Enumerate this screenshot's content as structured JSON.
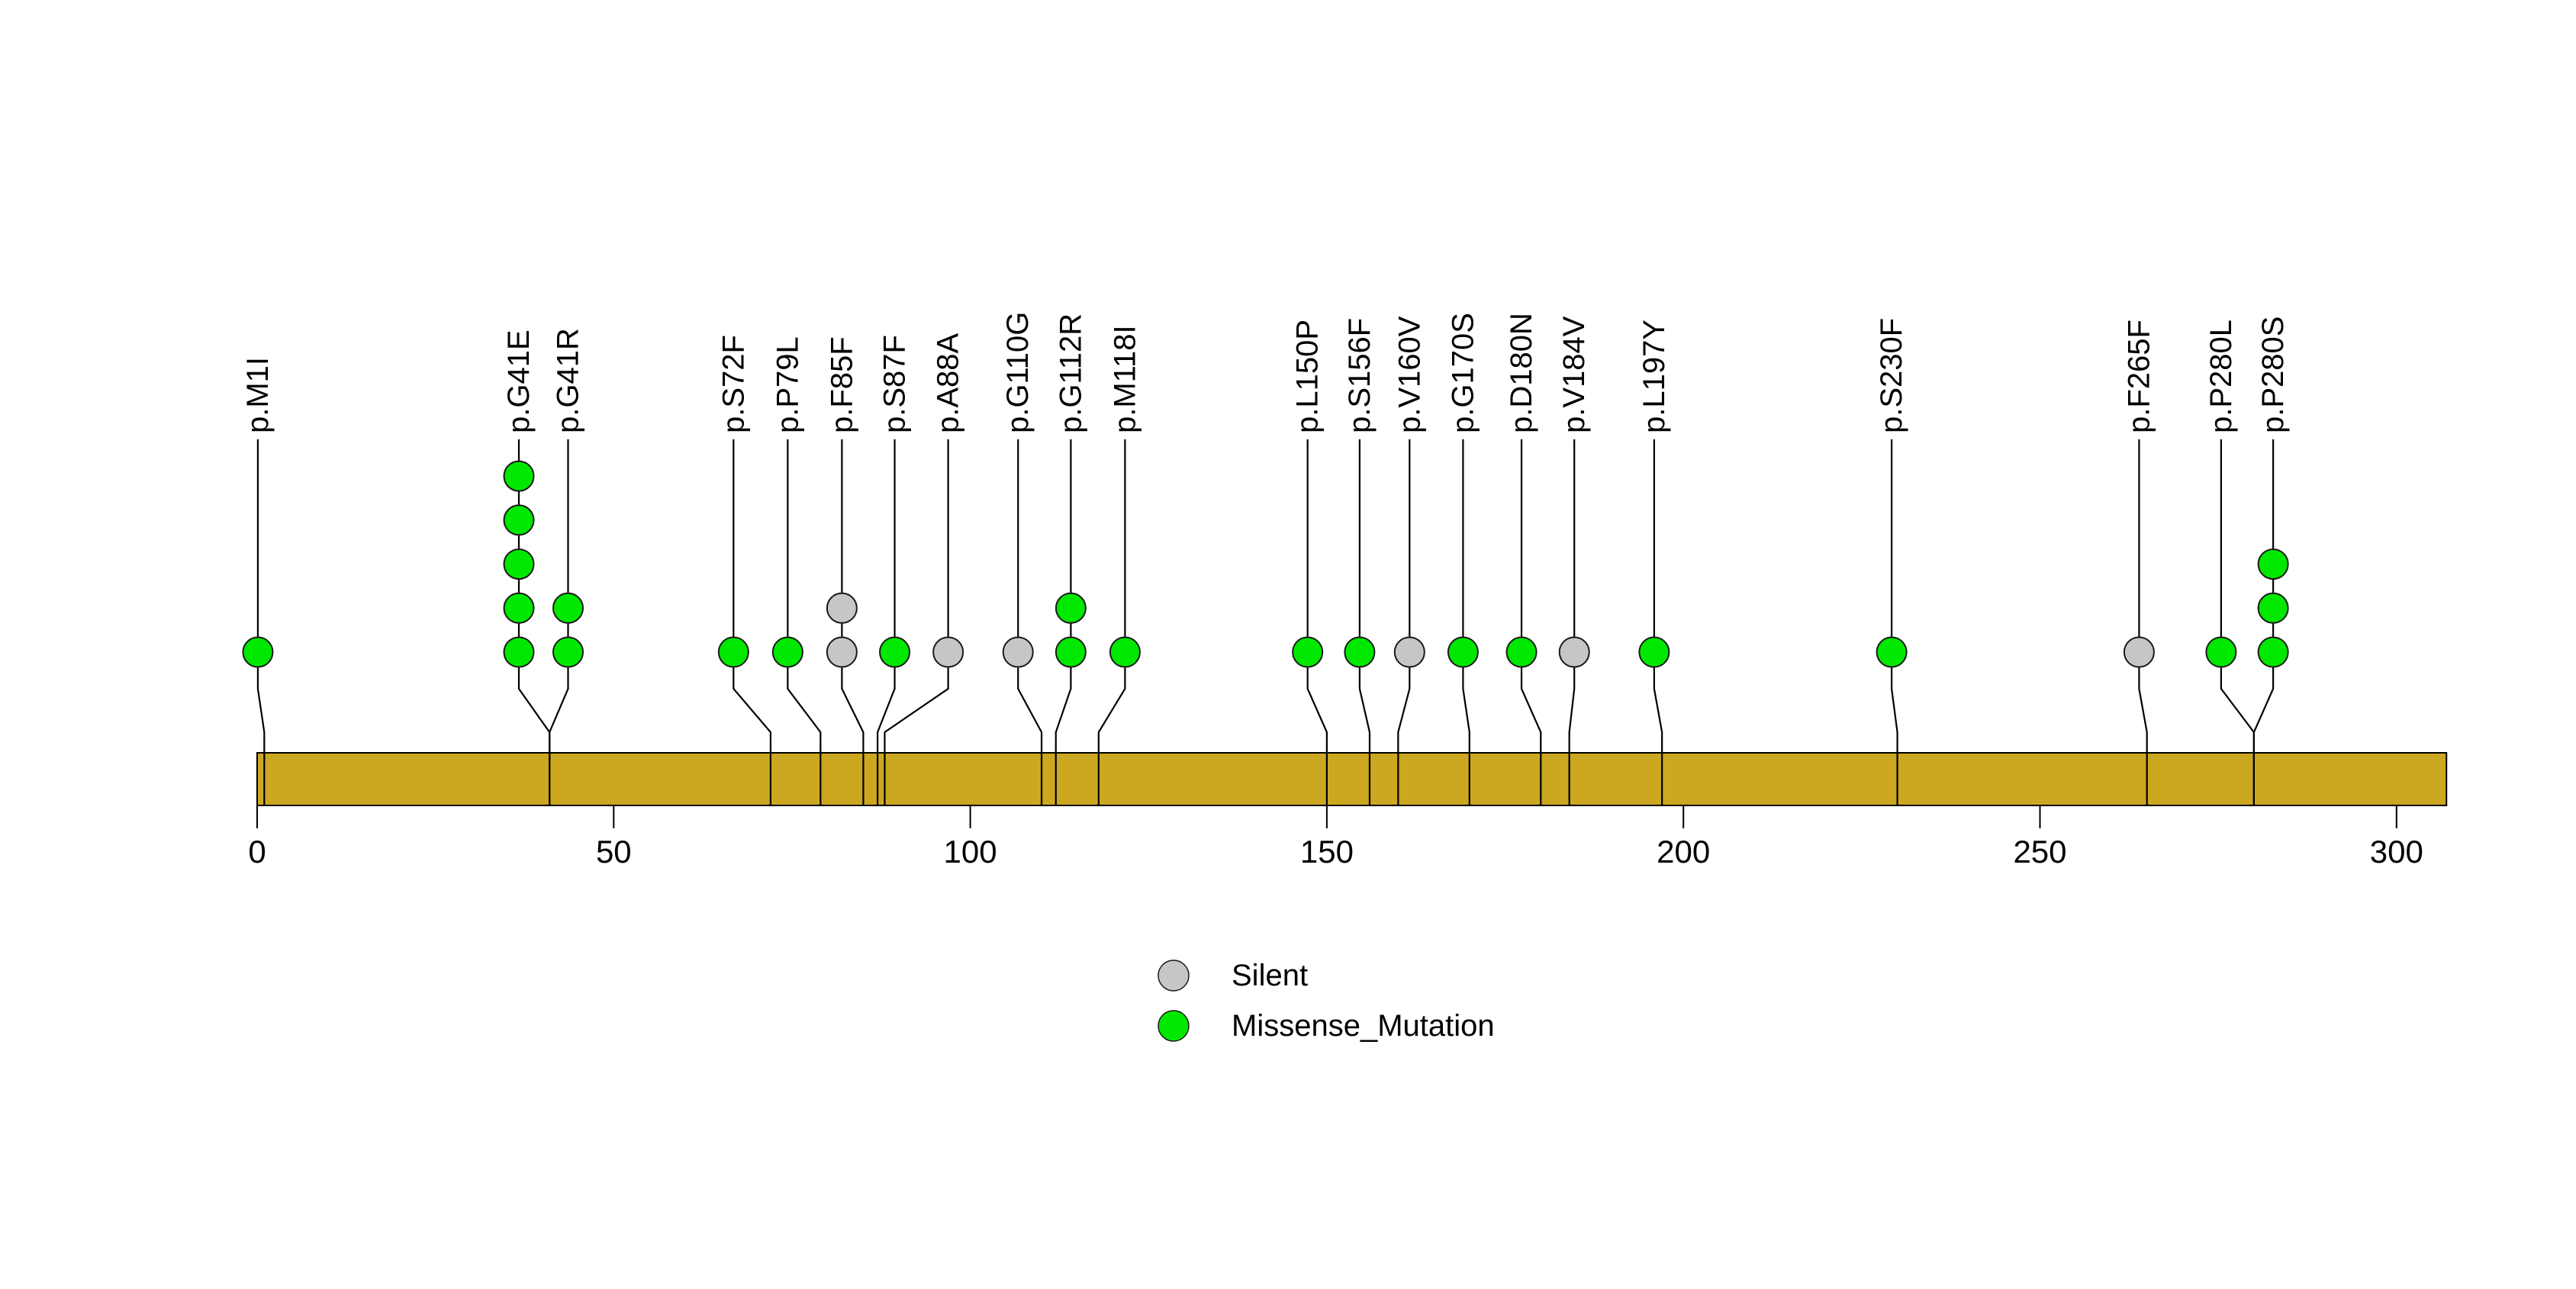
{
  "chart_data": {
    "type": "lollipop",
    "title": "",
    "xlabel": "",
    "ylabel": "",
    "x_axis": {
      "ticks": [
        0,
        50,
        100,
        150,
        200,
        250,
        300
      ],
      "range": [
        0,
        307
      ],
      "unit": "amino acid position"
    },
    "protein": {
      "length_aa": 307,
      "bar_color": "#CCA820",
      "bar_border_color": "#000000"
    },
    "mutation_type_colors": {
      "Silent": "#C6C6C6",
      "Missense_Mutation": "#00E800"
    },
    "circle_border_color": "#1a1a1a",
    "stem_color": "#000000",
    "legend": [
      {
        "label": "Silent",
        "type": "Silent"
      },
      {
        "label": "Missense_Mutation",
        "type": "Missense_Mutation"
      }
    ],
    "mutations": [
      {
        "label": "p.M1I",
        "pos": 1,
        "label_pos": 0.1,
        "count": 1,
        "type": "Missense_Mutation"
      },
      {
        "label": "p.G41E",
        "pos": 41,
        "label_pos": 36.7,
        "count": 5,
        "type": "Missense_Mutation"
      },
      {
        "label": "p.G41R",
        "pos": 41,
        "label_pos": 43.6,
        "count": 2,
        "type": "Missense_Mutation"
      },
      {
        "label": "p.S72F",
        "pos": 72,
        "label_pos": 66.8,
        "count": 1,
        "type": "Missense_Mutation"
      },
      {
        "label": "p.P79L",
        "pos": 79,
        "label_pos": 74.4,
        "count": 1,
        "type": "Missense_Mutation"
      },
      {
        "label": "p.F85F",
        "pos": 85,
        "label_pos": 82.0,
        "count": 2,
        "type": "Silent"
      },
      {
        "label": "p.S87F",
        "pos": 87,
        "label_pos": 89.4,
        "count": 1,
        "type": "Missense_Mutation"
      },
      {
        "label": "p.A88A",
        "pos": 88,
        "label_pos": 96.9,
        "count": 1,
        "type": "Silent"
      },
      {
        "label": "p.G110G",
        "pos": 110,
        "label_pos": 106.7,
        "count": 1,
        "type": "Silent"
      },
      {
        "label": "p.G112R",
        "pos": 112,
        "label_pos": 114.1,
        "count": 2,
        "type": "Missense_Mutation"
      },
      {
        "label": "p.M118I",
        "pos": 118,
        "label_pos": 121.7,
        "count": 1,
        "type": "Missense_Mutation"
      },
      {
        "label": "p.L150P",
        "pos": 150,
        "label_pos": 147.3,
        "count": 1,
        "type": "Missense_Mutation"
      },
      {
        "label": "p.S156F",
        "pos": 156,
        "label_pos": 154.6,
        "count": 1,
        "type": "Missense_Mutation"
      },
      {
        "label": "p.V160V",
        "pos": 160,
        "label_pos": 161.6,
        "count": 1,
        "type": "Silent"
      },
      {
        "label": "p.G170S",
        "pos": 170,
        "label_pos": 169.1,
        "count": 1,
        "type": "Missense_Mutation"
      },
      {
        "label": "p.D180N",
        "pos": 180,
        "label_pos": 177.3,
        "count": 1,
        "type": "Missense_Mutation"
      },
      {
        "label": "p.V184V",
        "pos": 184,
        "label_pos": 184.7,
        "count": 1,
        "type": "Silent"
      },
      {
        "label": "p.L197Y",
        "pos": 197,
        "label_pos": 195.9,
        "count": 1,
        "type": "Missense_Mutation"
      },
      {
        "label": "p.S230F",
        "pos": 230,
        "label_pos": 229.2,
        "count": 1,
        "type": "Missense_Mutation"
      },
      {
        "label": "p.F265F",
        "pos": 265,
        "label_pos": 263.9,
        "count": 1,
        "type": "Silent"
      },
      {
        "label": "p.P280L",
        "pos": 280,
        "label_pos": 275.4,
        "count": 1,
        "type": "Missense_Mutation"
      },
      {
        "label": "p.P280S",
        "pos": 280,
        "label_pos": 282.7,
        "count": 3,
        "type": "Missense_Mutation"
      }
    ]
  }
}
